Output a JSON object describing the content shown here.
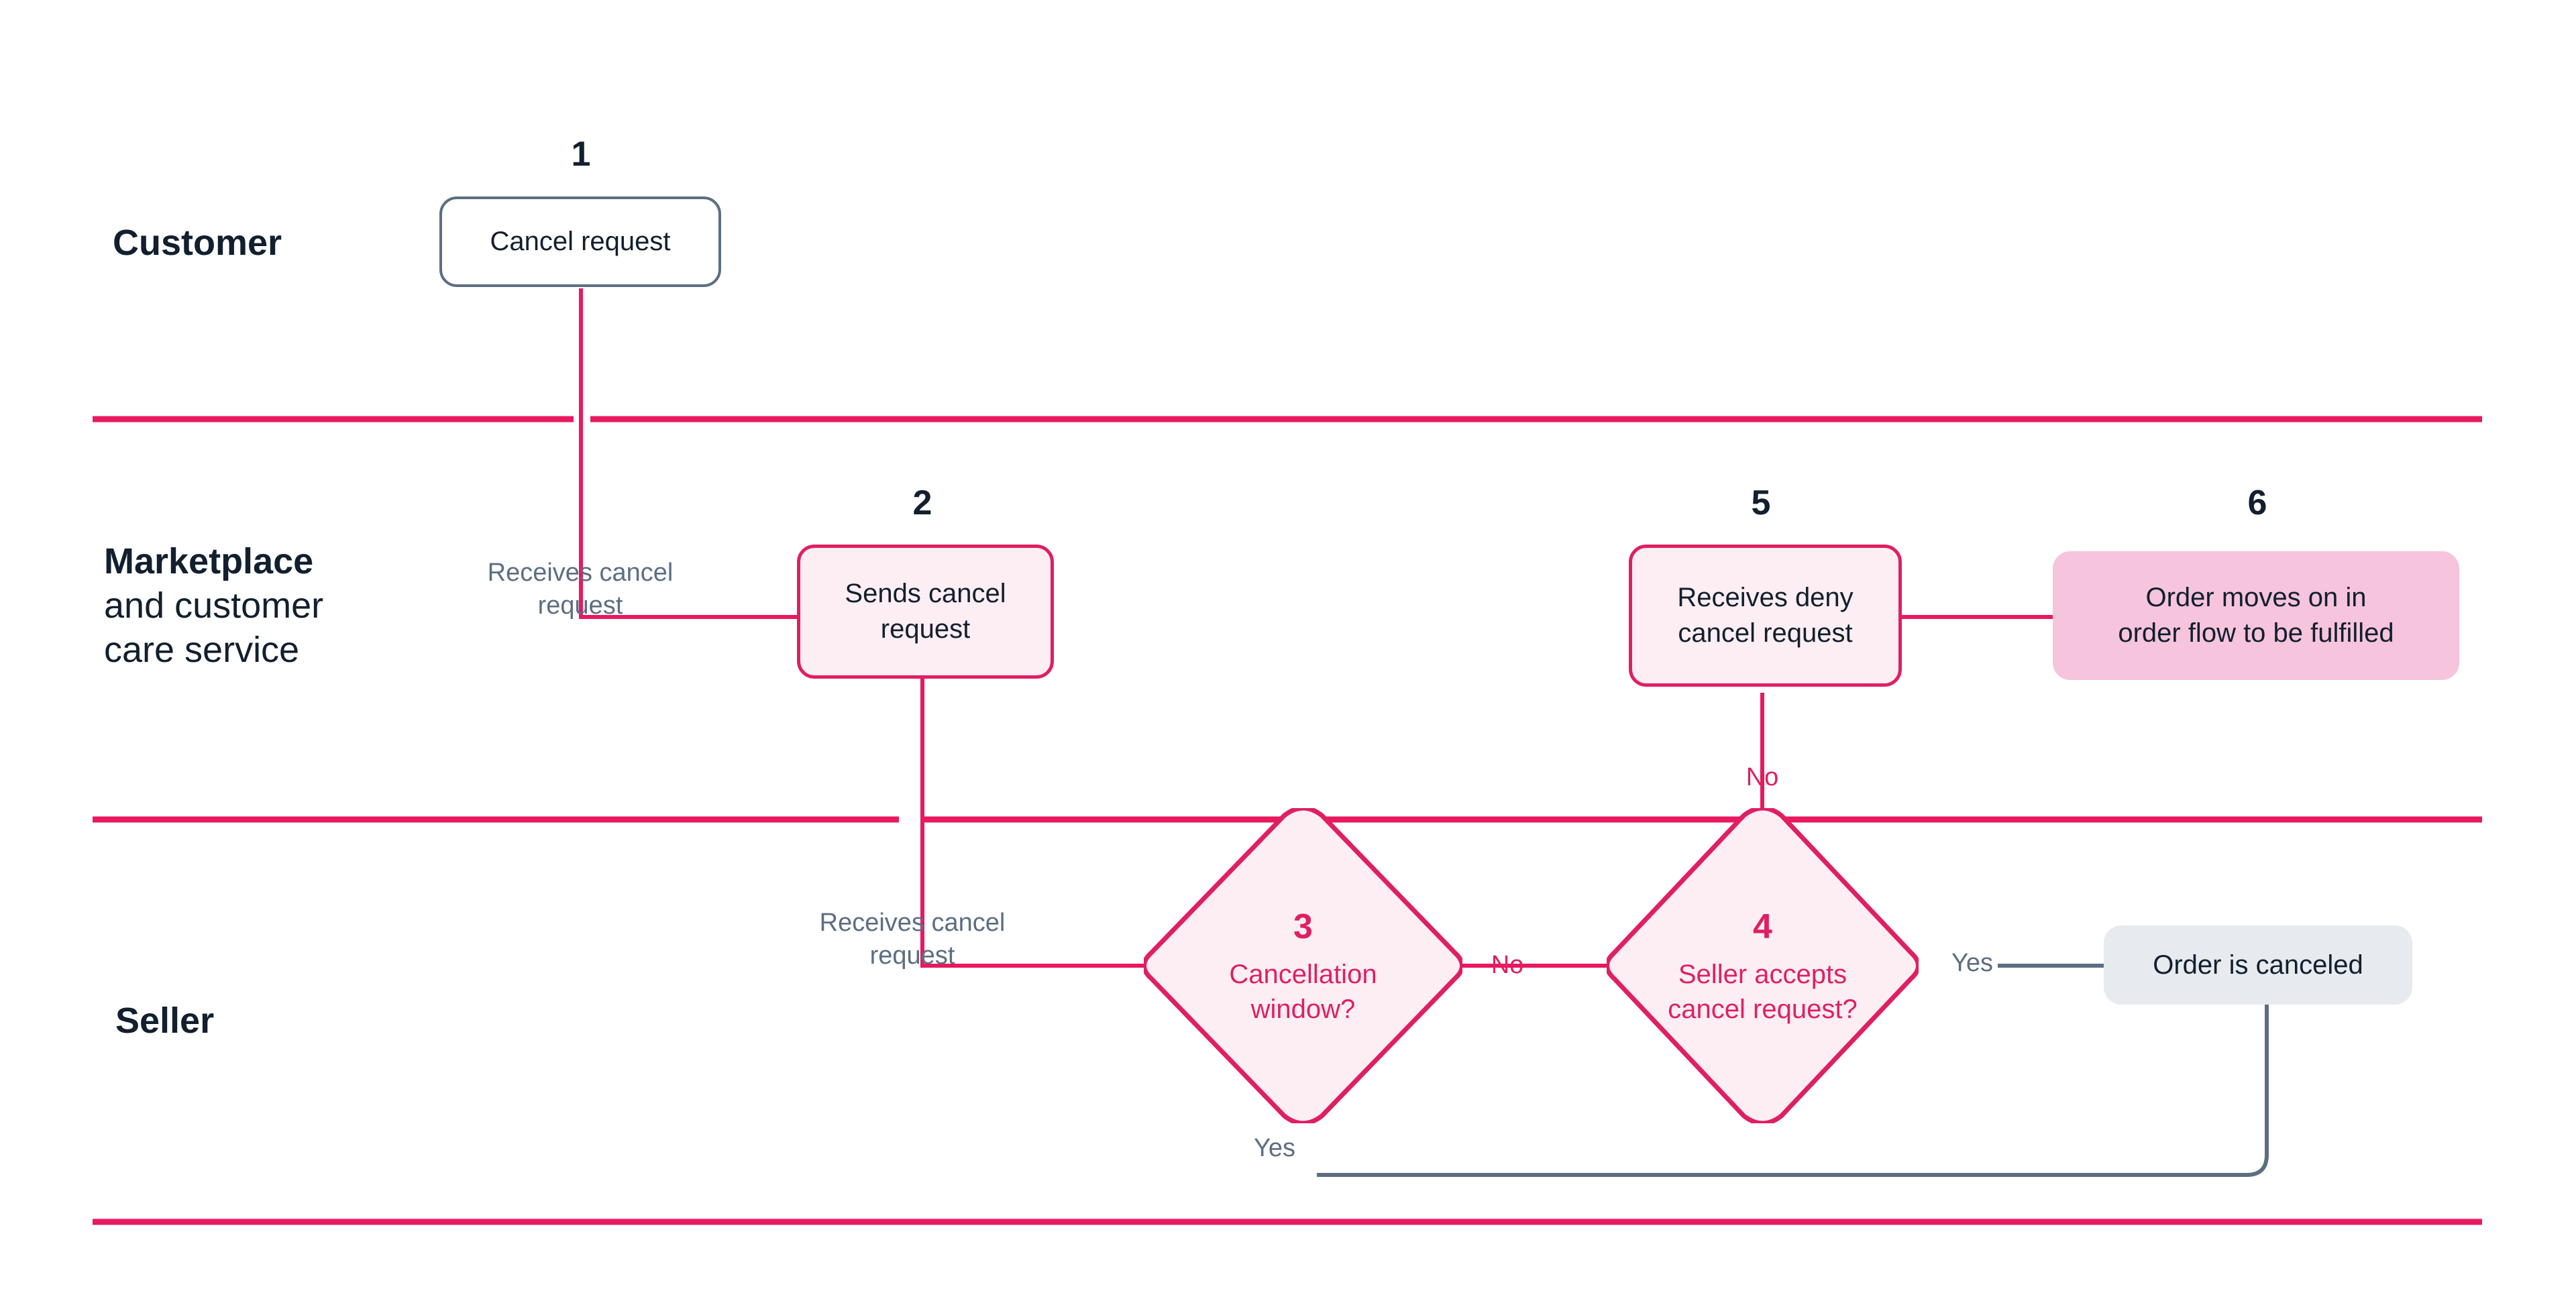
{
  "diagram": {
    "title": "Order cancellation swimlane flow",
    "colors": {
      "crimson": "#E01F63",
      "slate": "#5C6E82",
      "navy": "#121F2E",
      "pink_fill": "#F6C4DC",
      "pale_pink": "#FDEEF3",
      "gray_fill": "#E7EAEE",
      "background": "#FFFFFF"
    }
  },
  "lanes": [
    {
      "id": "customer",
      "title": "Customer",
      "subtitle": ""
    },
    {
      "id": "marketplace",
      "title": "Marketplace",
      "subtitle": "and customer\ncare service"
    },
    {
      "id": "seller",
      "title": "Seller",
      "subtitle": ""
    }
  ],
  "nodes": [
    {
      "id": "n1",
      "number": "1",
      "label": "Cancel request",
      "shape": "rounded-rect",
      "style": "outline-slate"
    },
    {
      "id": "n2",
      "number": "2",
      "label": "Sends cancel\nrequest",
      "shape": "rounded-rect",
      "style": "outline-pink"
    },
    {
      "id": "n3",
      "number": "3",
      "label": "Cancellation\nwindow?",
      "shape": "diamond",
      "style": "outline-pink"
    },
    {
      "id": "n4",
      "number": "4",
      "label": "Seller accepts\ncancel request?",
      "shape": "diamond",
      "style": "outline-pink"
    },
    {
      "id": "n5",
      "number": "5",
      "label": "Receives deny\ncancel request",
      "shape": "rounded-rect",
      "style": "outline-pink"
    },
    {
      "id": "n6",
      "number": "6",
      "label": "Order moves on in\norder flow to be fulfilled",
      "shape": "rounded-rect",
      "style": "fill-pink"
    },
    {
      "id": "n7",
      "number": "",
      "label": "Order is canceled",
      "shape": "rounded-rect",
      "style": "fill-gray"
    }
  ],
  "edge_labels": [
    {
      "id": "e1",
      "text": "Receives cancel\nrequest",
      "color": "slate"
    },
    {
      "id": "e2",
      "text": "Receives cancel\nrequest",
      "color": "slate"
    },
    {
      "id": "e3",
      "text": "No",
      "color": "pink"
    },
    {
      "id": "e4",
      "text": "No",
      "color": "pink"
    },
    {
      "id": "e5",
      "text": "Yes",
      "color": "slate"
    },
    {
      "id": "e6",
      "text": "Yes",
      "color": "slate"
    }
  ]
}
